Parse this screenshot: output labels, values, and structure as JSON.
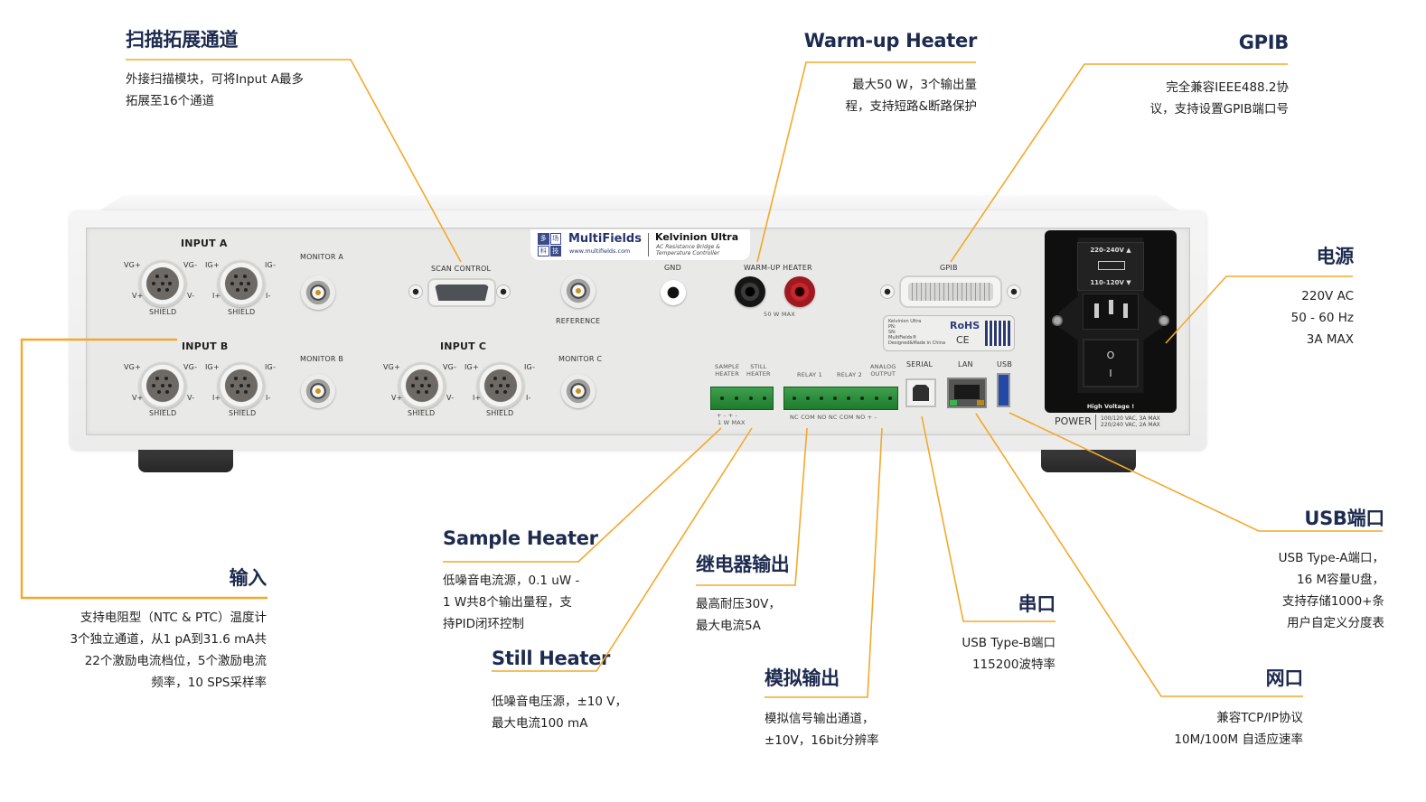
{
  "callouts": {
    "scan_channel": {
      "title": "扫描拓展通道",
      "desc": [
        "外接扫描模块，可将Input A最多",
        "拓展至16个通道"
      ]
    },
    "warmup_heater": {
      "title": "Warm-up Heater",
      "desc": [
        "最大50 W，3个输出量",
        "程，支持短路&断路保护"
      ]
    },
    "gpib": {
      "title": "GPIB",
      "desc": [
        "完全兼容IEEE488.2协",
        "议，支持设置GPIB端口号"
      ]
    },
    "power": {
      "title": "电源",
      "desc": [
        "220V AC",
        "50 - 60 Hz",
        "3A MAX"
      ]
    },
    "input": {
      "title": "输入",
      "desc": [
        "支持电阻型（NTC & PTC）温度计",
        "3个独立通道，从1 pA到31.6 mA共",
        "22个激励电流档位，5个激励电流",
        "频率，10 SPS采样率"
      ]
    },
    "sample_heater": {
      "title": "Sample Heater",
      "desc": [
        "低噪音电流源，0.1 uW -",
        "1 W共8个输出量程，支",
        "持PID闭环控制"
      ]
    },
    "still_heater": {
      "title": "Still Heater",
      "desc": [
        "低噪音电压源，±10 V，",
        "最大电流100 mA"
      ]
    },
    "relay": {
      "title": "继电器输出",
      "desc": [
        "最高耐压30V，",
        "最大电流5A"
      ]
    },
    "analog_output": {
      "title": "模拟输出",
      "desc": [
        "模拟信号输出通道，",
        "±10V，16bit分辨率"
      ]
    },
    "serial": {
      "title": "串口",
      "desc": [
        "USB Type-B端口",
        "115200波特率"
      ]
    },
    "usb": {
      "title": "USB端口",
      "desc": [
        "USB Type-A端口，",
        "16 M容量U盘，",
        "支持存储1000+条",
        "用户自定义分度表"
      ]
    },
    "lan": {
      "title": "网口",
      "desc": [
        "兼容TCP/IP协议",
        "10M/100M 自适应速率"
      ]
    }
  },
  "panel": {
    "input_a": "INPUT A",
    "input_b": "INPUT B",
    "input_c": "INPUT C",
    "pin_labels": {
      "vg_plus": "VG+",
      "vg_minus": "VG-",
      "v_plus": "V+",
      "v_minus": "V-",
      "ig_plus": "IG+",
      "ig_minus": "IG-",
      "i_plus": "I+",
      "i_minus": "I-",
      "shield": "SHIELD"
    },
    "monitor_a": "MONITOR A",
    "monitor_b": "MONITOR B",
    "monitor_c": "MONITOR C",
    "scan_control": "SCAN CONTROL",
    "reference": "REFERENCE",
    "gnd": "GND",
    "warmup_heater": "WARM-UP HEATER",
    "warmup_max": "50 W MAX",
    "gpib": "GPIB",
    "sample_heater": [
      "SAMPLE",
      "HEATER"
    ],
    "still_heater": [
      "STILL",
      "HEATER"
    ],
    "heater_pins": "+  -  +  -",
    "heater_max": "1 W MAX",
    "relay1": "RELAY 1",
    "relay2": "RELAY 2",
    "analog_output": [
      "ANALOG",
      "OUTPUT"
    ],
    "relay_pins": "NC  COM  NO   NC  COM  NO   +   -",
    "serial": "SERIAL",
    "lan": "LAN",
    "usb": "USB",
    "logo": {
      "mark": [
        "多",
        "场",
        "科",
        "技"
      ],
      "brand": "MultiFields",
      "url": "www.multifields.com",
      "product": "Kelvinion Ultra",
      "product_sub": [
        "AC Resistance Bridge &",
        "Temperature Controller"
      ]
    },
    "rating_label": {
      "lines": [
        "Kelvinion Ultra",
        "PN:",
        "SN:",
        "MultiFields®",
        "Designed&Made in China"
      ],
      "rohs": "RoHS",
      "ce": "CE"
    },
    "power": {
      "fuse_top": "220-240V ▲",
      "fuse_bottom": "110-120V ▼",
      "switch_off": "O",
      "switch_on": "I",
      "hv": "High Voltage !",
      "label": "POWER",
      "ratings": [
        "100/120 VAC, 3A MAX",
        "220/240 VAC, 2A MAX"
      ]
    }
  },
  "colors": {
    "accent_line": "#f4a82a",
    "title_navy": "#1d2b4f",
    "terminal_green": "#2e8b3e",
    "banana_red": "#c8262e"
  }
}
